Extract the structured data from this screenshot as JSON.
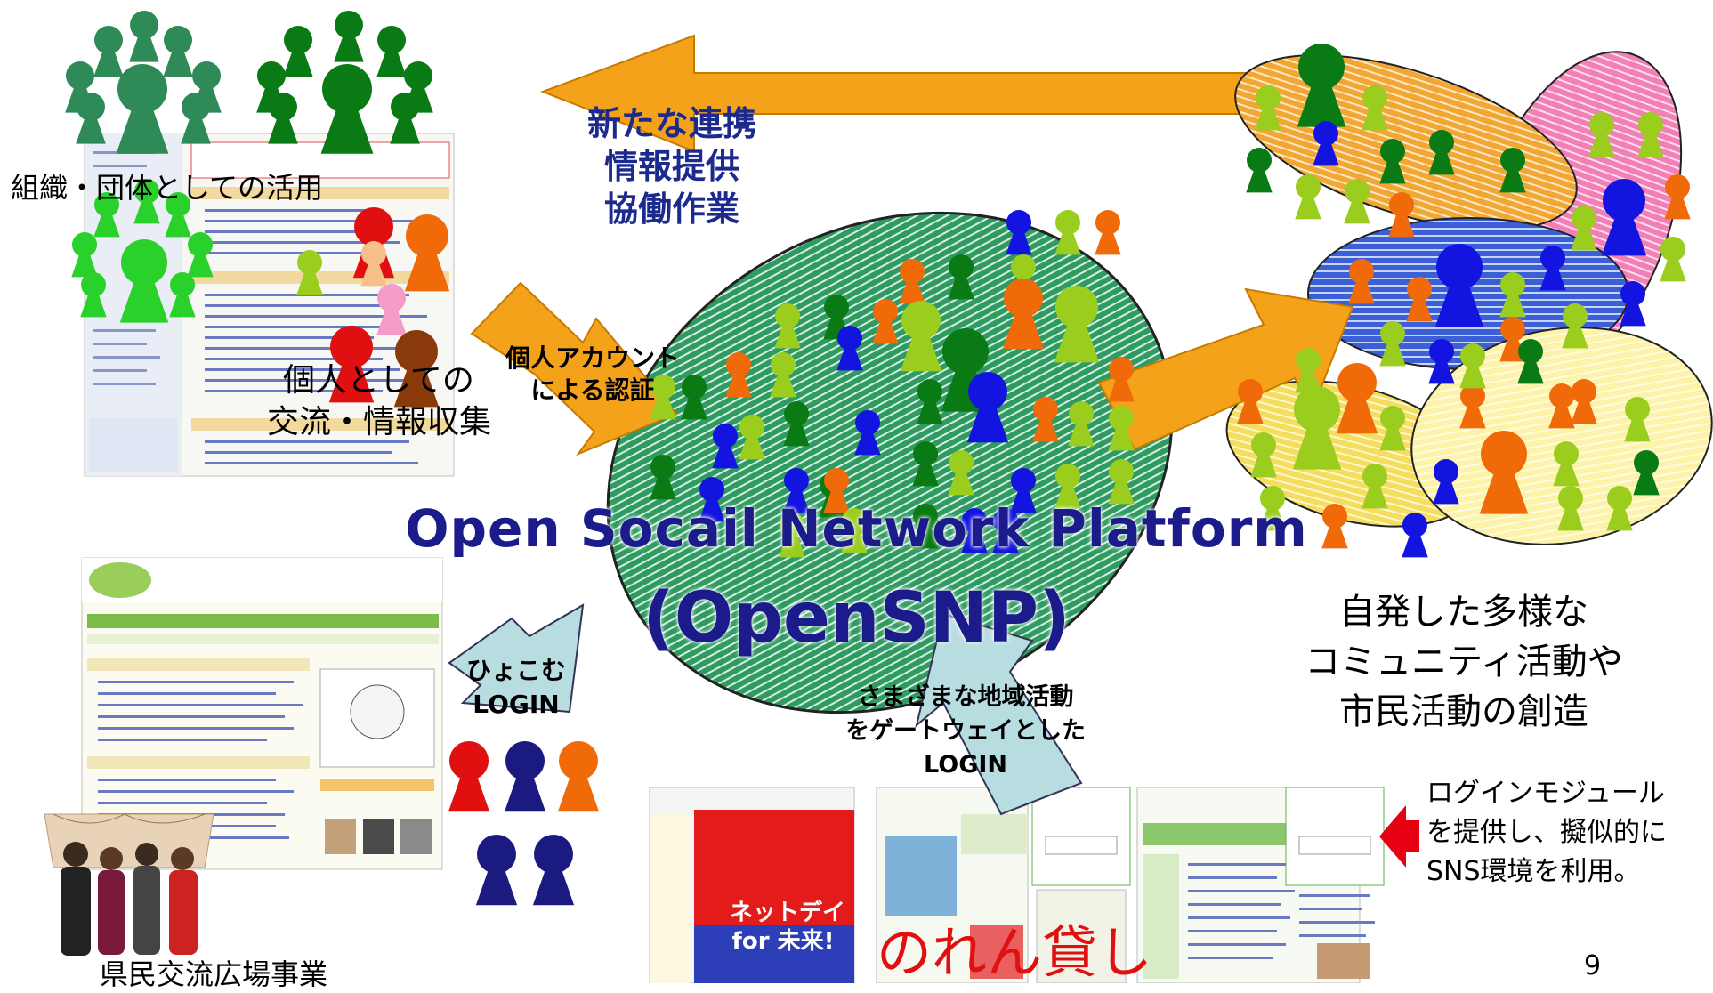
{
  "title": {
    "line1": "Open Socail Network Platform",
    "line2": "(OpenSNP)"
  },
  "labels": {
    "org_use": "組織・団体としての活用",
    "personal_line1": "個人としての",
    "personal_line2": "交流・情報収集",
    "new_collab_lines": [
      "新たな連携",
      "情報提供",
      "協働作業"
    ],
    "auth_line1": "個人アカウント",
    "auth_line2": "による認証",
    "hiyocom_line1": "ひょこむ",
    "hiyocom_line2": "LOGIN",
    "gateway_line1": "さまざまな地域活動",
    "gateway_line2": "をゲートウェイとした",
    "gateway_line3": "LOGIN",
    "spontaneous_lines": [
      "自発した多様な",
      "コミュニティ活動や",
      "市民活動の創造"
    ],
    "module_lines": [
      "ログインモジュール",
      "を提供し、擬似的に",
      "SNS環境を利用。"
    ],
    "plaza": "県民交流広場事業",
    "noren": "のれん貸し",
    "netday_line1": "ネットデイ",
    "netday_line2": "for 未来!",
    "page_number": "9"
  },
  "colors": {
    "orange_arrow": "#f5a21b",
    "title_navy": "#1b1b8c",
    "cloud_green": "#2e9a5c",
    "arrow_light_blue": "#b8dde0",
    "red_arrow": "#e60012",
    "noren_red": "#e01010"
  }
}
